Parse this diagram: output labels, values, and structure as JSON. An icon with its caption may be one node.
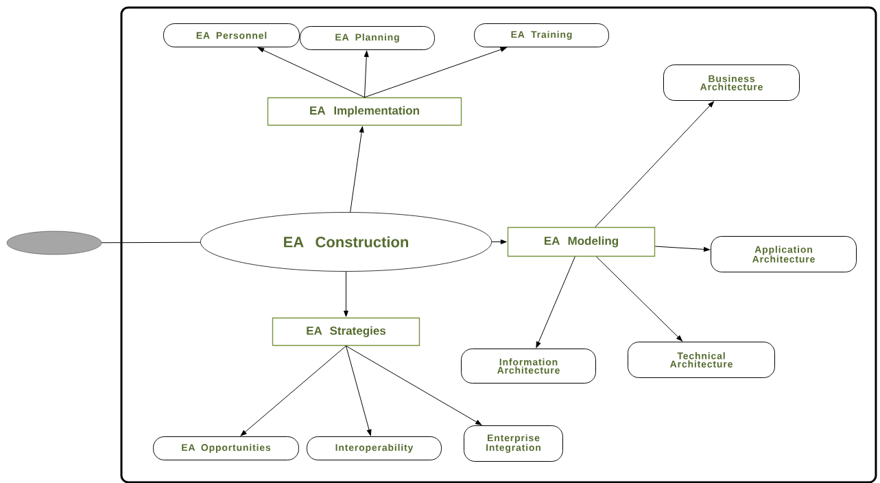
{
  "diagram": {
    "nodes": [
      {
        "text": [],
        "shape": "box"
      },
      {
        "text": [],
        "shape": "ellipse"
      },
      {
        "text": [
          "EA Construction"
        ],
        "in": 0
      },
      {
        "text": [
          "EA Implementation"
        ],
        "in": 0
      },
      {
        "text": [
          "EA Personnel"
        ],
        "in": 0
      },
      {
        "text": [
          "EA Planning"
        ],
        "in": 0
      },
      {
        "text": [
          "EA Training"
        ],
        "in": 0
      },
      {
        "text": [
          "EA Modeling"
        ],
        "in": 0
      },
      {
        "text": [
          "Business Architecture"
        ],
        "in": 0
      },
      {
        "text": [
          "Application Architecture"
        ],
        "in": 0
      },
      {
        "text": [
          "Information Architecture"
        ],
        "in": 0
      },
      {
        "text": [
          "Technical Architecture"
        ],
        "in": 0
      },
      {
        "text": [
          "EA Strategies"
        ],
        "in": 0
      },
      {
        "text": [
          "EA Opportunities"
        ],
        "in": 0
      },
      {
        "text": [
          "Interoperability"
        ],
        "in": 0
      },
      {
        "text": [
          "Enterprise Integration"
        ],
        "in": 0
      }
    ],
    "edges": [
      {
        "from": 1,
        "to": 2,
        "arrow": "none"
      },
      {
        "from": 2,
        "to": 3,
        "arrow": "to"
      },
      {
        "from": 3,
        "to": 4,
        "arrow": "to"
      },
      {
        "from": 3,
        "to": 5,
        "arrow": "to"
      },
      {
        "from": 3,
        "to": 6,
        "arrow": "to"
      },
      {
        "from": 2,
        "to": 7,
        "arrow": "to"
      },
      {
        "from": 7,
        "to": 8,
        "arrow": "to"
      },
      {
        "from": 7,
        "to": 9,
        "arrow": "to"
      },
      {
        "from": 7,
        "to": 10,
        "arrow": "to"
      },
      {
        "from": 7,
        "to": 11,
        "arrow": "to"
      },
      {
        "from": 2,
        "to": 12,
        "arrow": "to"
      },
      {
        "from": 12,
        "to": 13,
        "arrow": "to"
      },
      {
        "from": 12,
        "to": 14,
        "arrow": "to"
      },
      {
        "from": 12,
        "to": 15,
        "arrow": "to"
      }
    ]
  }
}
